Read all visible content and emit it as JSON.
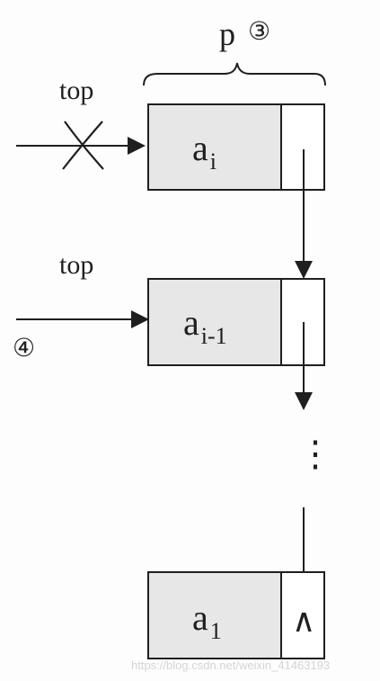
{
  "colors": {
    "stroke": "#1f1f1f",
    "node_fill": "#e7e7e7",
    "pointer_fill": "#ffffff",
    "watermark": "#d4d4d4"
  },
  "top_pointer_old": {
    "label": "top",
    "struck_out": true
  },
  "top_pointer_new": {
    "label": "top",
    "step_marker": "④"
  },
  "brace": {
    "label": "p",
    "step_marker": "③"
  },
  "nodes": [
    {
      "data_base": "a",
      "data_sub": "i",
      "pointer_symbol": ""
    },
    {
      "data_base": "a",
      "data_sub": "i-1",
      "pointer_symbol": ""
    },
    {
      "data_base": "a",
      "data_sub": "1",
      "pointer_symbol": "∧"
    }
  ],
  "continuation_dots": "⋮",
  "watermark": "https://blog.csdn.net/weixin_41463193"
}
